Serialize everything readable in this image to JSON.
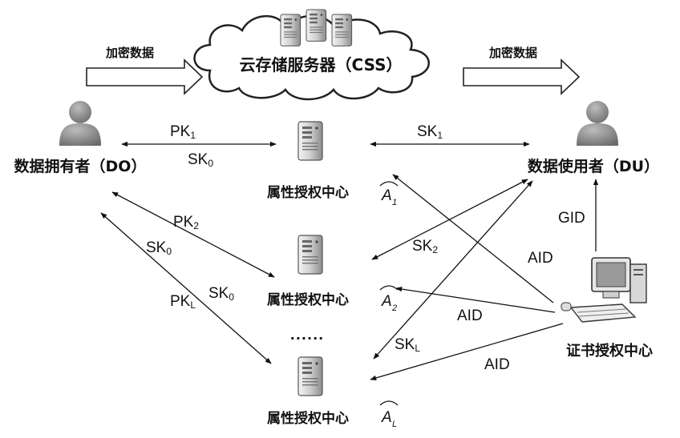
{
  "cloud": {
    "label": "云存储服务器（CSS）"
  },
  "encrypted_left": "加密数据",
  "encrypted_right": "加密数据",
  "data_owner": {
    "label": "数据拥有者（DO）"
  },
  "data_user": {
    "label": "数据使用者（DU）"
  },
  "cert_authority": {
    "label": "证书授权中心"
  },
  "authority_label": "属性授权中心",
  "authority_1_sub": "1",
  "authority_2_sub": "2",
  "authority_L_sub": "L",
  "authority_letter": "A",
  "ellipsis": "......",
  "edges": {
    "pk1": {
      "main": "PK",
      "sub": "1"
    },
    "sk0_top": {
      "main": "SK",
      "sub": "0"
    },
    "pk2": {
      "main": "PK",
      "sub": "2"
    },
    "sk0_mid_left": {
      "main": "SK",
      "sub": "0"
    },
    "sk0_mid_right": {
      "main": "SK",
      "sub": "0"
    },
    "pkl": {
      "main": "PK",
      "sub": "L"
    },
    "sk1": {
      "main": "SK",
      "sub": "1"
    },
    "sk2": {
      "main": "SK",
      "sub": "2"
    },
    "skl": {
      "main": "SK",
      "sub": "L"
    },
    "gid": "GID",
    "aid1": "AID",
    "aid2": "AID",
    "aid3": "AID"
  },
  "colors": {
    "line": "#111111",
    "icon_gray": "#8a8a8a"
  }
}
